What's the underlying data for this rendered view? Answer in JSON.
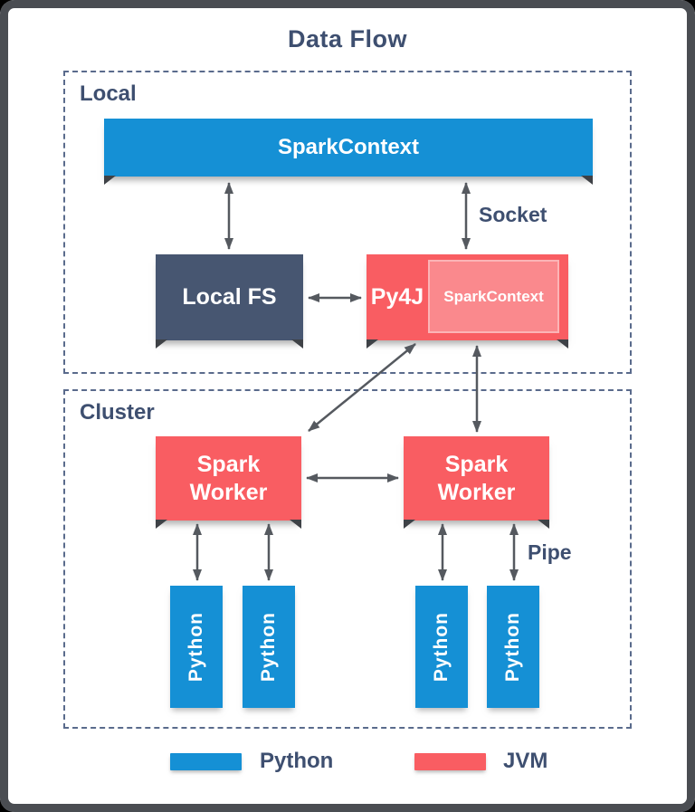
{
  "title": "Data Flow",
  "local": {
    "label": "Local",
    "spark_context": "SparkContext",
    "local_fs": "Local FS",
    "py4j": "Py4J",
    "py4j_inner": "SparkContext",
    "socket_label": "Socket"
  },
  "cluster": {
    "label": "Cluster",
    "workers": [
      {
        "line1": "Spark",
        "line2": "Worker"
      },
      {
        "line1": "Spark",
        "line2": "Worker"
      }
    ],
    "pipe_label": "Pipe",
    "python_nodes": [
      "Python",
      "Python",
      "Python",
      "Python"
    ]
  },
  "legend": {
    "items": [
      {
        "label": "Python",
        "color": "#1590d5"
      },
      {
        "label": "JVM",
        "color": "#f95d62"
      }
    ]
  },
  "colors": {
    "python_blue": "#1590d5",
    "jvm_red": "#f95d62",
    "jvm_red_light": "#fa898d",
    "local_fs_slate": "#475671",
    "label_text": "#3e4f70",
    "arrow_gray": "#55595f",
    "dashed_border": "#5a6b8c"
  }
}
